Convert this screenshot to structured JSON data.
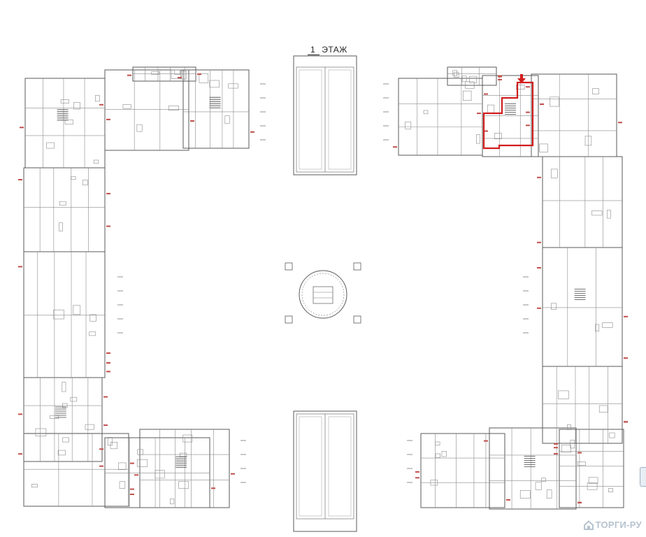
{
  "floor": {
    "number": "1",
    "label": "ЭТАЖ"
  },
  "watermark": {
    "text": "ТОРГИ-РУ",
    "icon": "house-logo-icon"
  },
  "highlight": {
    "color": "#d11d1d",
    "marker": "down-arrow-icon"
  },
  "colors": {
    "line": "#5a5a5a",
    "light_line": "#9a9a9a",
    "tag": "#c0504d"
  }
}
